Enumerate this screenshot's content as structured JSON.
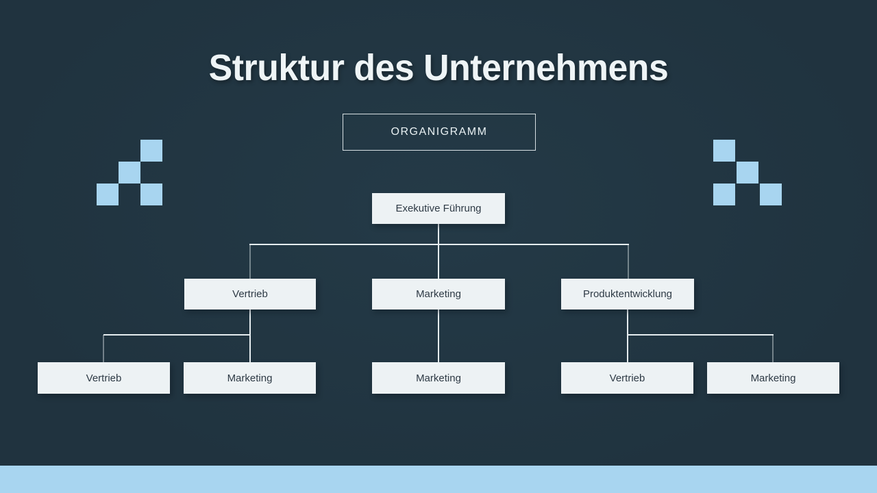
{
  "slide": {
    "title": "Struktur des Unternehmens",
    "badge": "ORGANIGRAMM"
  },
  "org": {
    "root": {
      "label": "Exekutive Führung"
    },
    "branches": [
      {
        "label": "Vertrieb",
        "children": [
          "Vertrieb",
          "Marketing"
        ]
      },
      {
        "label": "Marketing",
        "children": [
          "Marketing"
        ]
      },
      {
        "label": "Produktentwicklung",
        "children": [
          "Vertrieb",
          "Marketing"
        ]
      }
    ]
  },
  "colors": {
    "background": "#20333f",
    "background_light": "#243a47",
    "accent_blue": "#a8d5f0",
    "node_fill": "#edf2f4",
    "node_text": "#2e3a45",
    "line": "#e6edf0",
    "title_text": "#eef4f6",
    "badge_text": "#e9f1f3"
  }
}
